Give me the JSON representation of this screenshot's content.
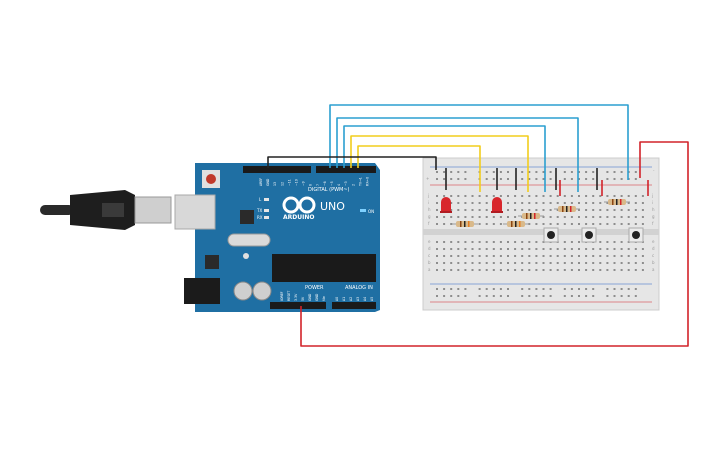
{
  "board": {
    "brand": "ARDUINO",
    "model": "UNO",
    "header_digital": "DIGITAL (PWM~)",
    "header_power": "POWER",
    "header_analog": "ANALOG IN",
    "led_on": "ON",
    "led_l": "L",
    "led_tx": "TX",
    "led_rx": "RX",
    "pins_top": [
      "AREF",
      "GND",
      "13",
      "12",
      "~11",
      "~10",
      "~9",
      "8",
      "7",
      "~6",
      "~5",
      "4",
      "~3",
      "2",
      "TX→1",
      "RX←0"
    ],
    "pins_power": [
      "IOREF",
      "RESET",
      "3.3V",
      "5V",
      "GND",
      "GND",
      "Vin"
    ],
    "pins_analog": [
      "A0",
      "A1",
      "A2",
      "A3",
      "A4",
      "A5"
    ]
  },
  "breadboard": {
    "rail_plus": "+",
    "rail_minus": "-",
    "row_letters_top": [
      "j",
      "i",
      "h",
      "g",
      "f"
    ],
    "row_letters_bottom": [
      "e",
      "d",
      "c",
      "b",
      "a"
    ]
  },
  "colors": {
    "pcb": "#1f6fa3",
    "wire_blue": "#2b9fd0",
    "wire_yellow": "#f2cd1d",
    "wire_black": "#222222",
    "wire_red": "#d2232a",
    "led_red": "#d8262c",
    "breadboard": "#e6e6e6"
  }
}
